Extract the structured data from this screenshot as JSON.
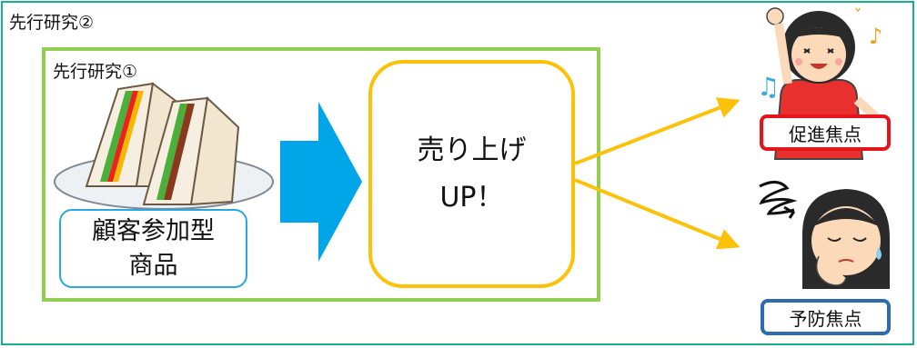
{
  "labels": {
    "study2": "先行研究②",
    "study1": "先行研究①"
  },
  "product": {
    "line1": "顧客参加型",
    "line2": "商品"
  },
  "sales": {
    "line1": "売り上げ",
    "line2": "UP！"
  },
  "focus": {
    "promotion": "促進焦点",
    "prevention": "予防焦点"
  },
  "colors": {
    "outer_border": "#18b08a",
    "inner_border": "#92cf50",
    "product_border": "#2aa7e0",
    "sales_border": "#fcc20a",
    "arrow_blue": "#00a6e8",
    "arrow_yellow": "#fcc20a",
    "promotion_border": "#e8141c",
    "prevention_border": "#2d6cb0"
  },
  "icons": [
    "sandwich-illustration",
    "happy-girl-illustration",
    "worried-girl-illustration",
    "music-note-icon",
    "scribble-icon"
  ]
}
